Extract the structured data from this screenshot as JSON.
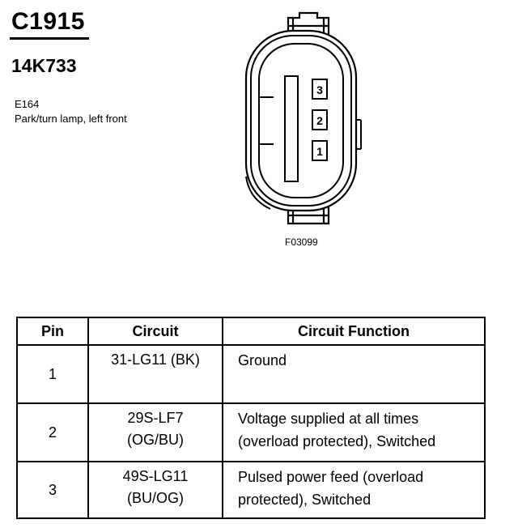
{
  "connector": {
    "id": "C1915",
    "part_number": "14K733",
    "location_code": "E164",
    "description": "Park/turn lamp, left front",
    "figure_id": "F03099",
    "cavity_labels": [
      "3",
      "2",
      "1"
    ]
  },
  "table": {
    "headers": {
      "pin": "Pin",
      "circuit": "Circuit",
      "function": "Circuit Function"
    },
    "rows": [
      {
        "pin": "1",
        "circuit": [
          "31-LG11 (BK)"
        ],
        "function": [
          "Ground"
        ]
      },
      {
        "pin": "2",
        "circuit": [
          "29S-LF7",
          "(OG/BU)"
        ],
        "function": [
          "Voltage supplied at all times",
          "(overload protected), Switched"
        ]
      },
      {
        "pin": "3",
        "circuit": [
          "49S-LG11",
          "(BU/OG)"
        ],
        "function": [
          "Pulsed power feed (overload",
          "protected), Switched"
        ]
      }
    ]
  }
}
